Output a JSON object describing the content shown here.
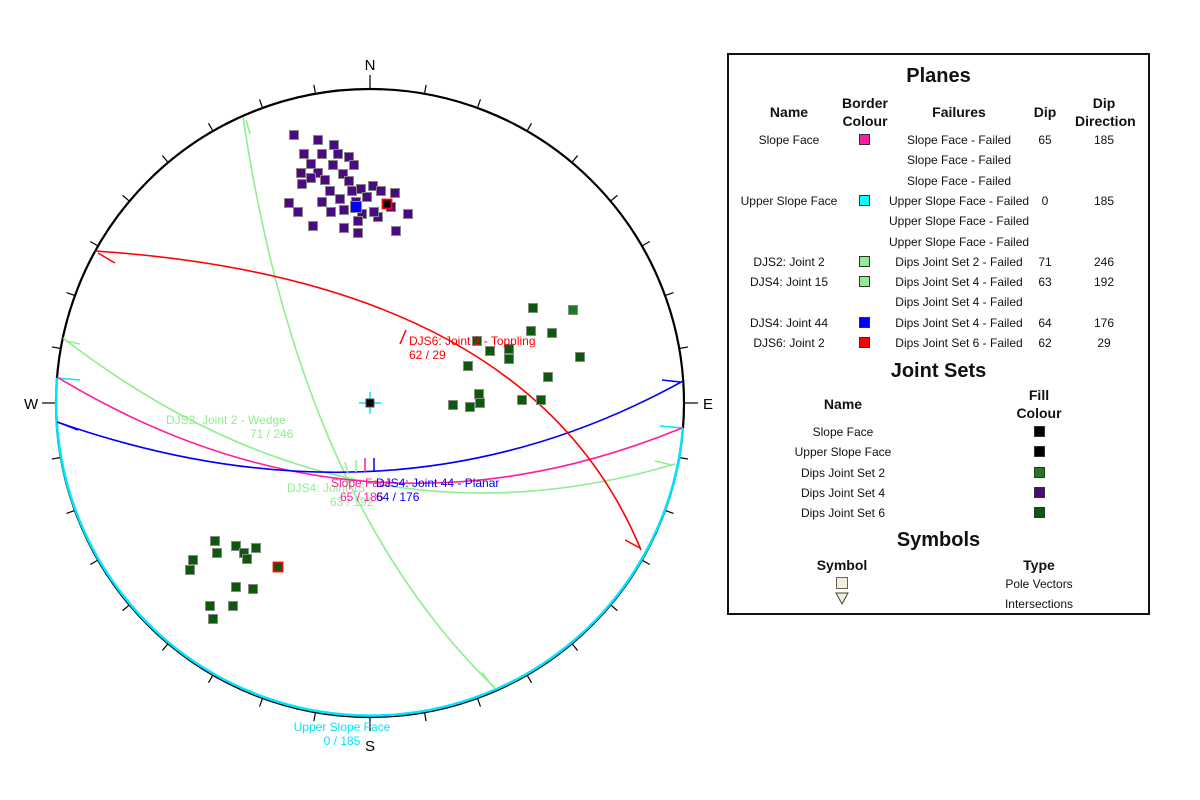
{
  "stereonet": {
    "directions": {
      "n": "N",
      "e": "E",
      "s": "S",
      "w": "W"
    },
    "plane_labels": {
      "djs6": {
        "name": "DJS6: Joint 2 - Toppling",
        "value": "62 / 29"
      },
      "djs2": {
        "name": "DJS2: Joint 2 - Wedge",
        "value": "71 / 246"
      },
      "djs4_15": {
        "name": "DJS4: Joint 15",
        "value": "63 / 192"
      },
      "slope": {
        "name": "Slope Face",
        "value": "65 / 185"
      },
      "djs4_44": {
        "name": "DJS4: Joint 44 - Planar",
        "value": "64 / 176"
      },
      "upper": {
        "name": "Upper Slope Face",
        "value": "0 / 185"
      }
    }
  },
  "colors": {
    "slope_face": "#ff1ea0",
    "upper_slope_face": "#00e5ff",
    "djs2": "#90ee90",
    "djs4_15": "#90ee90",
    "djs4_44": "#0000ff",
    "djs6": "#ff0000",
    "set2_fill": "#1e7a1e",
    "set4_fill": "#4b0a82",
    "set6_fill": "#0b5a0b"
  },
  "legend": {
    "planes_title": "Planes",
    "columns": {
      "name": "Name",
      "border_colour": "Border Colour",
      "failures": "Failures",
      "dip": "Dip",
      "dip_direction": "Dip Direction"
    },
    "rows": [
      {
        "name": "Slope Face",
        "color": "#ff1ea0",
        "failures": [
          "Slope Face - Failed",
          "Slope Face - Failed",
          "Slope Face - Failed"
        ],
        "dip": "65",
        "dip_direction": "185"
      },
      {
        "name": "Upper Slope Face",
        "color": "#00ffff",
        "failures": [
          "Upper Slope Face - Failed",
          "Upper Slope Face - Failed",
          "Upper Slope Face - Failed"
        ],
        "dip": "0",
        "dip_direction": "185"
      },
      {
        "name": "DJS2: Joint 2",
        "color": "#90ee90",
        "failures": [
          "Dips Joint Set 2 - Failed"
        ],
        "dip": "71",
        "dip_direction": "246"
      },
      {
        "name": "DJS4: Joint 15",
        "color": "#90ee90",
        "failures": [
          "Dips Joint Set 4 - Failed",
          "Dips Joint Set 4 - Failed"
        ],
        "dip": "63",
        "dip_direction": "192"
      },
      {
        "name": "DJS4: Joint 44",
        "color": "#0000ff",
        "failures": [
          "Dips Joint Set 4 - Failed"
        ],
        "dip": "64",
        "dip_direction": "176"
      },
      {
        "name": "DJS6: Joint 2",
        "color": "#ff0000",
        "failures": [
          "Dips Joint Set 6 - Failed"
        ],
        "dip": "62",
        "dip_direction": "29"
      }
    ],
    "joint_sets_title": "Joint Sets",
    "joint_sets_columns": {
      "name": "Name",
      "fill_colour": "Fill Colour"
    },
    "joint_sets": [
      {
        "name": "Slope Face",
        "color": "#000000"
      },
      {
        "name": "Upper Slope Face",
        "color": "#000000"
      },
      {
        "name": "Dips Joint Set 2",
        "color": "#1e7a1e"
      },
      {
        "name": "Dips Joint Set 4",
        "color": "#4b0a82"
      },
      {
        "name": "Dips Joint Set 6",
        "color": "#0b5a0b"
      }
    ],
    "symbols_title": "Symbols",
    "symbols_columns": {
      "symbol": "Symbol",
      "type": "Type"
    },
    "symbols": [
      {
        "type": "Pole Vectors",
        "icon": "square-icon"
      },
      {
        "type": "Intersections",
        "icon": "triangle-icon"
      }
    ]
  }
}
